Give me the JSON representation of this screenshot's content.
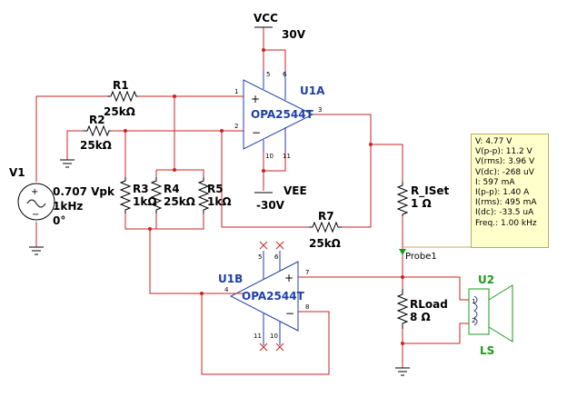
{
  "power": {
    "vcc_label": "VCC",
    "vcc_value": "30V",
    "vee_label": "VEE",
    "vee_value": "-30V"
  },
  "source": {
    "ref": "V1",
    "amplitude": "0.707 Vpk",
    "frequency": "1kHz",
    "phase": "0°"
  },
  "resistors": {
    "r1": {
      "ref": "R1",
      "value": "25kΩ"
    },
    "r2": {
      "ref": "R2",
      "value": "25kΩ"
    },
    "r3": {
      "ref": "R3",
      "value": "1kΩ"
    },
    "r4": {
      "ref": "R4",
      "value": "25kΩ"
    },
    "r5": {
      "ref": "R5",
      "value": "1kΩ"
    },
    "r7": {
      "ref": "R7",
      "value": "25kΩ"
    },
    "riset": {
      "ref": "R_ISet",
      "value": "1 Ω"
    },
    "rload": {
      "ref": "RLoad",
      "value": "8 Ω"
    }
  },
  "opamps": {
    "u1a": {
      "ref": "U1A",
      "part": "OPA2544T",
      "pins": {
        "in_plus": "1",
        "in_minus": "2",
        "out": "3",
        "v_plus_a": "5",
        "v_plus_b": "6",
        "v_minus_a": "10",
        "v_minus_b": "11"
      }
    },
    "u1b": {
      "ref": "U1B",
      "part": "OPA2544T",
      "pins": {
        "in_plus": "7",
        "in_minus": "8",
        "out": "4",
        "v_plus_a": "5",
        "v_plus_b": "6",
        "v_minus_a": "11",
        "v_minus_b": "10"
      }
    }
  },
  "speaker": {
    "ref": "U2",
    "type": "LS",
    "pin1": "1",
    "pin2": "2"
  },
  "probe": {
    "label": "Probe1",
    "readings": [
      "V: 4.77 V",
      "V(p-p): 11.2 V",
      "V(rms): 3.96 V",
      "V(dc): -268 uV",
      "I: 597 mA",
      "I(p-p): 1.40 A",
      "I(rms): 495 mA",
      "I(dc): -33.5 uA",
      "Freq.: 1.00 kHz"
    ]
  },
  "colors": {
    "wire": "#cc2222",
    "opamp": "#1f3fa6",
    "component": "#000000",
    "probe": "#1e9a1e",
    "probe_bg": "#ffffcc",
    "no_connect": "#cc2222"
  }
}
